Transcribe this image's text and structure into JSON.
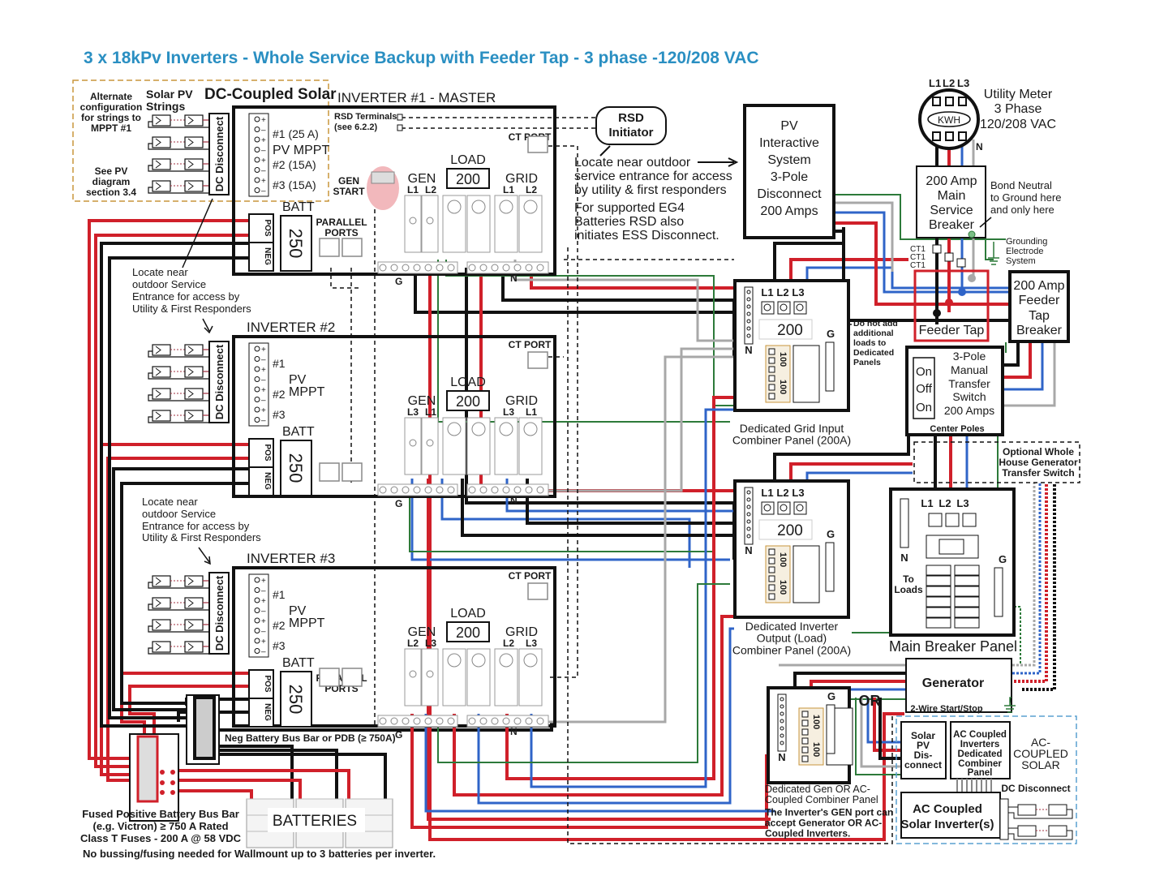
{
  "title": "3 x 18kPv Inverters - Whole Service Backup with Feeder Tap - 3 phase -120/208 VAC",
  "colors": {
    "title": "#2a8fc2",
    "l1_wire": "#111111",
    "l2_wire": "#d0202a",
    "l3_wire": "#2f64c8",
    "neutral_wire": "#a8a8a8",
    "ground_wire": "#2d7a3a",
    "dc_coupled_border": "#c8963c",
    "ac_coupled_border": "#5aa0d0",
    "gen_start_highlight": "#f2b8bc"
  },
  "dc_coupled": {
    "label": "DC-Coupled Solar",
    "alt_config": [
      "Alternate",
      "configuration",
      "for strings to",
      "MPPT #1"
    ],
    "see_pv": [
      "See PV",
      "diagram",
      "section 3.4"
    ],
    "strings_label": [
      "Solar PV",
      "Strings"
    ]
  },
  "inverters": [
    {
      "title": "INVERTER #1 - MASTER",
      "dc_disconnect": "DC Disconnect",
      "mppt": [
        "#1 (25 A)",
        "PV MPPT",
        "#2 (15A)",
        "#3 (15A)"
      ],
      "rsd_terminals": [
        "RSD Terminals",
        "(see 6.2.2)"
      ],
      "ct_port": "CT PORT",
      "gen_start": [
        "GEN",
        "START"
      ],
      "gen_label": "GEN",
      "gen_phases": [
        "L1",
        "L2"
      ],
      "load_label": "LOAD",
      "load_rating": "200",
      "grid_label": "GRID",
      "grid_phases": [
        "L1",
        "L2"
      ],
      "batt_label": "BATT",
      "batt_rating": "250",
      "pos": "POS",
      "neg": "NEG",
      "parallel_ports": [
        "PARALLEL",
        "PORTS"
      ],
      "g": "G",
      "n": "N"
    },
    {
      "title": "INVERTER #2",
      "dc_disconnect": "DC Disconnect",
      "mppt": [
        "#1",
        "PV",
        "MPPT",
        "#2",
        "#3"
      ],
      "ct_port": "CT PORT",
      "gen_label": "GEN",
      "gen_phases": [
        "L3",
        "L1"
      ],
      "load_label": "LOAD",
      "load_rating": "200",
      "grid_label": "GRID",
      "grid_phases": [
        "L3",
        "L1"
      ],
      "batt_label": "BATT",
      "batt_rating": "250",
      "pos": "POS",
      "neg": "NEG",
      "g": "G",
      "n": "N"
    },
    {
      "title": "INVERTER #3",
      "dc_disconnect": "DC Disconnect",
      "mppt": [
        "#1",
        "PV",
        "MPPT",
        "#2",
        "#3"
      ],
      "ct_port": "CT PORT",
      "gen_label": "GEN",
      "gen_phases": [
        "L2",
        "L3"
      ],
      "load_label": "LOAD",
      "load_rating": "200",
      "grid_label": "GRID",
      "grid_phases": [
        "L2",
        "L3"
      ],
      "batt_label": "BATT",
      "batt_rating": "250",
      "pos": "POS",
      "neg": "NEG",
      "parallel_ports": [
        "PARALLEL",
        "PORTS"
      ],
      "g": "G",
      "n": "N"
    }
  ],
  "locate_notes": [
    [
      "Locate near",
      "outdoor Service",
      "Entrance for access by",
      "Utility & First Responders"
    ],
    [
      "Locate near",
      "outdoor Service",
      "Entrance for access by",
      "Utility & First Responders"
    ]
  ],
  "rsd": {
    "label": [
      "RSD",
      "Initiator"
    ],
    "note": [
      "Locate near outdoor",
      "service entrance for access",
      "by utility & first responders"
    ],
    "eg4_note": [
      "For supported EG4",
      "Batteries RSD also",
      "initiates ESS Disconnect."
    ]
  },
  "pv_disconnect": [
    "PV",
    "Interactive",
    "System",
    "3-Pole",
    "Disconnect",
    "200 Amps"
  ],
  "utility_meter": {
    "phases": [
      "L1",
      "L2",
      "L3"
    ],
    "kwh": "KWH",
    "label": [
      "Utility Meter",
      "3 Phase",
      "120/208 VAC"
    ],
    "n": "N"
  },
  "main_service_breaker": [
    "200 Amp",
    "Main",
    "Service",
    "Breaker"
  ],
  "bond_note": [
    "Bond Neutral",
    "to Ground here",
    "and only here"
  ],
  "grounding": [
    "Grounding",
    "Electrode",
    "System"
  ],
  "ct_labels": [
    "CT1",
    "CT1",
    "CT1"
  ],
  "feeder_tap": "Feeder Tap",
  "feeder_tap_breaker": [
    "200 Amp",
    "Feeder",
    "Tap",
    "Breaker"
  ],
  "transfer_switch": {
    "positions": [
      "On",
      "Off",
      "On"
    ],
    "label": [
      "3-Pole",
      "Manual",
      "Transfer",
      "Switch",
      "200 Amps"
    ],
    "center_poles": "Center Poles"
  },
  "optional_gen_switch": [
    "Optional Whole",
    "House Generator",
    "Transfer Switch"
  ],
  "do_not_add": [
    "Do not add",
    "additional",
    "loads to",
    "Dedicated",
    "Panels"
  ],
  "grid_combiner": {
    "phases": [
      "L1",
      "L2",
      "L3"
    ],
    "main": "200",
    "breakers": [
      "100",
      "100"
    ],
    "n": "N",
    "g": "G",
    "label": [
      "Dedicated Grid Input",
      "Combiner Panel (200A)"
    ]
  },
  "load_combiner": {
    "phases": [
      "L1",
      "L2",
      "L3"
    ],
    "main": "200",
    "breakers": [
      "100",
      "100"
    ],
    "n": "N",
    "g": "G",
    "label": [
      "Dedicated Inverter",
      "Output (Load)",
      "Combiner Panel (200A)"
    ]
  },
  "gen_combiner": {
    "breakers": [
      "100",
      "100"
    ],
    "n": "N",
    "g": "G",
    "label": [
      "Dedicated Gen OR AC-",
      "Coupled Combiner Panel"
    ],
    "note": [
      "The Inverter's GEN port can",
      "accept Generator OR AC-",
      "Coupled Inverters."
    ]
  },
  "main_panel": {
    "phases": [
      "L1",
      "L2",
      "L3"
    ],
    "n": "N",
    "g": "G",
    "to_loads": [
      "To",
      "Loads"
    ],
    "label": "Main Breaker Panel"
  },
  "generator": {
    "label": "Generator",
    "start": "2-Wire Start/Stop",
    "or": "OR"
  },
  "ac_coupled": {
    "title": [
      "AC-",
      "COUPLED",
      "SOLAR"
    ],
    "pv_disconnect": [
      "Solar",
      "PV",
      "Dis-",
      "connect"
    ],
    "combiner": [
      "AC Coupled",
      "Inverters",
      "Dedicated",
      "Combiner",
      "Panel"
    ],
    "inverter": [
      "AC Coupled",
      "Solar Inverter(s)"
    ],
    "dc_disconnect": "DC Disconnect"
  },
  "neg_bus": "Neg Battery Bus Bar or PDB (≥ 750A)",
  "pos_bus": [
    "Fused Positive Battery Bus Bar",
    "(e.g. Victron) ≥ 750 A Rated",
    "Class T Fuses - 200 A @ 58 VDC"
  ],
  "batteries": "BATTERIES",
  "footer": "No bussing/fusing needed for Wallmount up to 3 batteries per inverter."
}
